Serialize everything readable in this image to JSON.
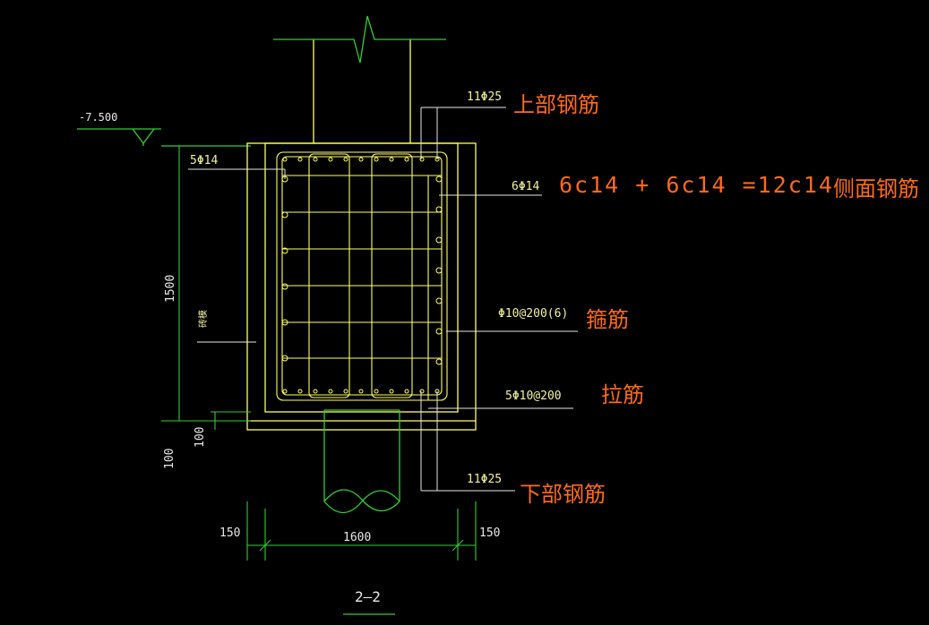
{
  "drawing": {
    "section_title": "2—2",
    "elevation": "-7.500",
    "labels": {
      "top_bar_spec": "11Φ25",
      "top_bar_cn": "上部钢筋",
      "side_left_spec": "5Φ14",
      "side_right_spec": "6Φ14",
      "side_formula": "6c14  +  6c14  =12c14",
      "side_cn": "侧面钢筋",
      "stirrup_spec": "Φ10@200(6)",
      "stirrup_cn": "箍筋",
      "tie_spec": "5Φ10@200",
      "tie_cn": "拉筋",
      "bottom_bar_spec": "11Φ25",
      "bottom_bar_cn": "下部钢筋",
      "side_mold": "砖模"
    },
    "dims": {
      "height": "1500",
      "bottom_cover": "100",
      "bottom_cover2": "100",
      "width": "1600",
      "left_margin": "150",
      "right_margin": "150"
    },
    "colors": {
      "background": "#000000",
      "concrete_outline": "#ffff66",
      "dimension": "#33cc33",
      "leader": "#e6e6e6",
      "annotation": "#ff6a1a",
      "cad_text": "#f2f2a0"
    }
  }
}
